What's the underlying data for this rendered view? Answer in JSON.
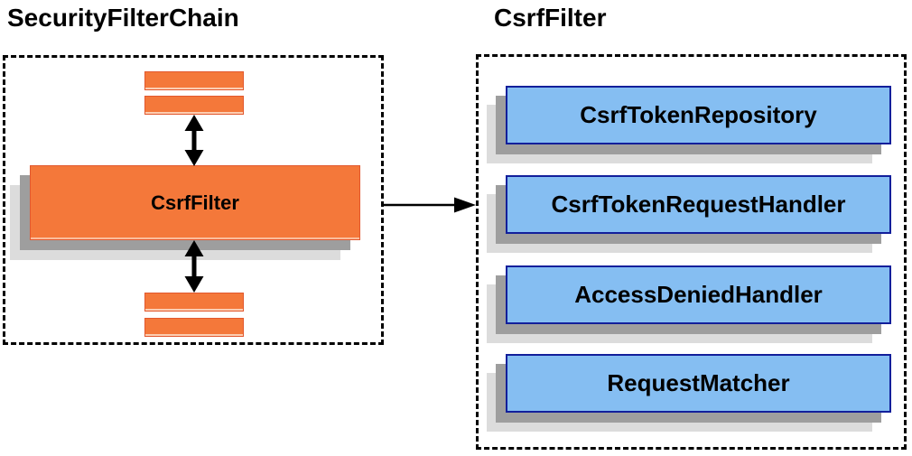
{
  "diagram": {
    "left_group": {
      "title": "SecurityFilterChain",
      "main_box_label": "CsrfFilter"
    },
    "right_group": {
      "title": "CsrfFilter",
      "components": [
        "CsrfTokenRepository",
        "CsrfTokenRequestHandler",
        "AccessDeniedHandler",
        "RequestMatcher"
      ]
    },
    "colors": {
      "orange_fill": "#f4783a",
      "orange_border": "#e2582e",
      "blue_fill": "#85bef2",
      "blue_border": "#121f9b",
      "shadow_dark": "#9e9e9e",
      "shadow_light": "#dcdcdc",
      "arrow_color": "#000000"
    }
  }
}
